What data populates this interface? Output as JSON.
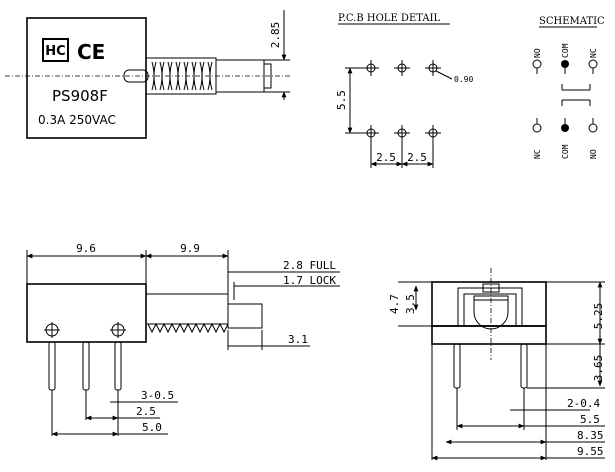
{
  "top_view": {
    "model": "PS908F",
    "rating": "0.3A 250VAC",
    "marks": [
      "HC",
      "CE"
    ],
    "dim_height": "2.85"
  },
  "pcb": {
    "title": "P.C.B HOLE DETAIL",
    "hole_dia": "0.90",
    "row_pitch": "5.5",
    "col_pitch_1": "2.5",
    "col_pitch_2": "2.5"
  },
  "schematic": {
    "title": "SCHEMATIC",
    "labels_top": [
      "NO",
      "COM",
      "NC"
    ],
    "labels_bottom": [
      "NC",
      "COM",
      "NO"
    ]
  },
  "side_view": {
    "dim_body": "9.6",
    "dim_stroke": "9.9",
    "full": "2.8 FULL",
    "lock": "1.7 LOCK",
    "dim_actuator": "3.1",
    "pins": "3-0.5",
    "pitch": "2.5",
    "span": "5.0"
  },
  "end_view": {
    "dim_47": "4.7",
    "dim_35": "3.5",
    "dim_525": "5.25",
    "dim_365": "3.65",
    "pins": "2-0.4",
    "dim_55": "5.5",
    "dim_835": "8.35",
    "dim_955": "9.55"
  }
}
